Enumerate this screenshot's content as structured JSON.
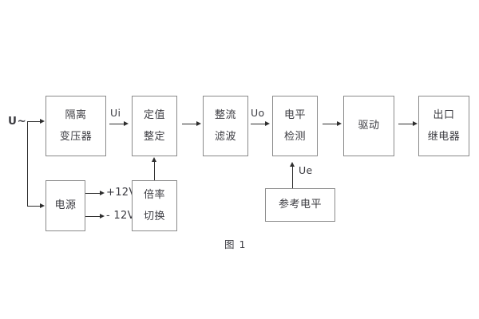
{
  "figure": {
    "caption": "图 1",
    "source_label": "U~",
    "background": "#ffffff",
    "line_color": "#2e2e2e",
    "box_border_color": "#8a8a8a",
    "text_color": "#3c3c42"
  },
  "blocks": [
    {
      "id": "isolation-transformer",
      "lines": [
        "隔离",
        "变压器"
      ]
    },
    {
      "id": "setting-value",
      "lines": [
        "定值",
        "整定"
      ]
    },
    {
      "id": "rectify-filter",
      "lines": [
        "整流",
        "滤波"
      ]
    },
    {
      "id": "level-detect",
      "lines": [
        "电平",
        "检测"
      ]
    },
    {
      "id": "drive",
      "lines": [
        "驱动"
      ]
    },
    {
      "id": "output-relay",
      "lines": [
        "出口",
        "继电器"
      ]
    },
    {
      "id": "power-supply",
      "lines": [
        "电源"
      ]
    },
    {
      "id": "multiplier-switch",
      "lines": [
        "倍率",
        "切换"
      ]
    },
    {
      "id": "reference-level",
      "lines": [
        "参考电平"
      ]
    }
  ],
  "signals": {
    "ui": "Ui",
    "uo": "Uo",
    "ue": "Ue",
    "rail_positive": "+12V",
    "rail_negative": "- 12V"
  }
}
